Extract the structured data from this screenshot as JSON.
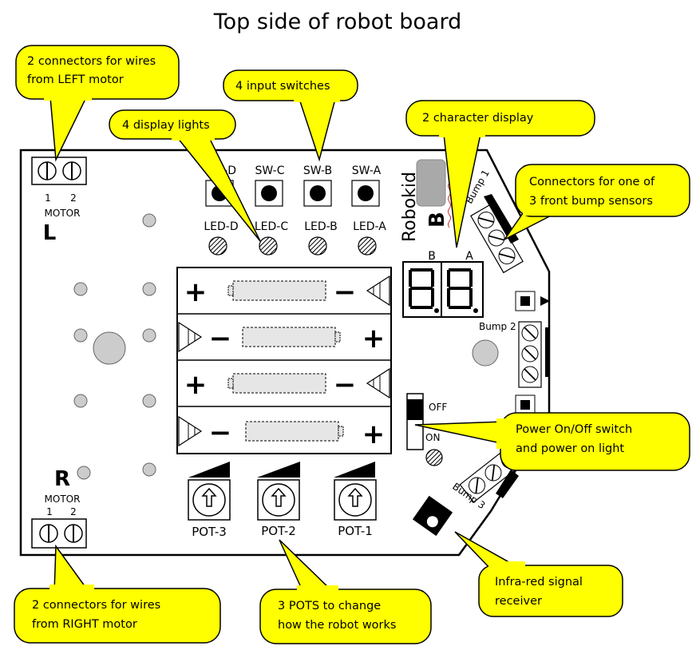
{
  "title": "Top side of robot board",
  "callouts": {
    "left_motor": [
      "2 connectors for wires",
      "from LEFT motor"
    ],
    "input_switches": [
      "4 input switches"
    ],
    "display_lights": [
      "4 display lights"
    ],
    "char_display": [
      "2 character display"
    ],
    "bump_connectors": [
      "Connectors for one of",
      "3 front bump sensors"
    ],
    "power_switch": [
      "Power On/Off switch",
      "and power on light"
    ],
    "ir_receiver": [
      "Infra-red signal",
      "receiver"
    ],
    "pots": [
      "3 POTS to change",
      "how the robot works"
    ],
    "right_motor": [
      "2 connectors for wires",
      "from RIGHT motor"
    ]
  },
  "board": {
    "brand": "Robokid",
    "switches": [
      "SW-D",
      "SW-C",
      "SW-B",
      "SW-A"
    ],
    "leds": [
      "LED-D",
      "LED-C",
      "LED-B",
      "LED-A"
    ],
    "display_digits": [
      "B",
      "A"
    ],
    "display_letter": "B",
    "motor_left": {
      "label": "MOTOR",
      "pins": [
        "1",
        "2"
      ],
      "letter": "L"
    },
    "motor_right": {
      "label": "MOTOR",
      "pins": [
        "1",
        "2"
      ],
      "letter": "R"
    },
    "bump_labels": [
      "Bump 1",
      "Bump 2",
      "Bump 3"
    ],
    "power": {
      "off": "OFF",
      "on": "ON"
    },
    "pots": [
      "POT-3",
      "POT-2",
      "POT-1"
    ],
    "battery_signs": {
      "plus": "+",
      "minus": "−"
    }
  },
  "colors": {
    "callout_fill": "#ffff00",
    "display_fill": "#a9a9a9",
    "battery_fill": "#e6e6e6",
    "hole_fill": "#cccccc"
  }
}
